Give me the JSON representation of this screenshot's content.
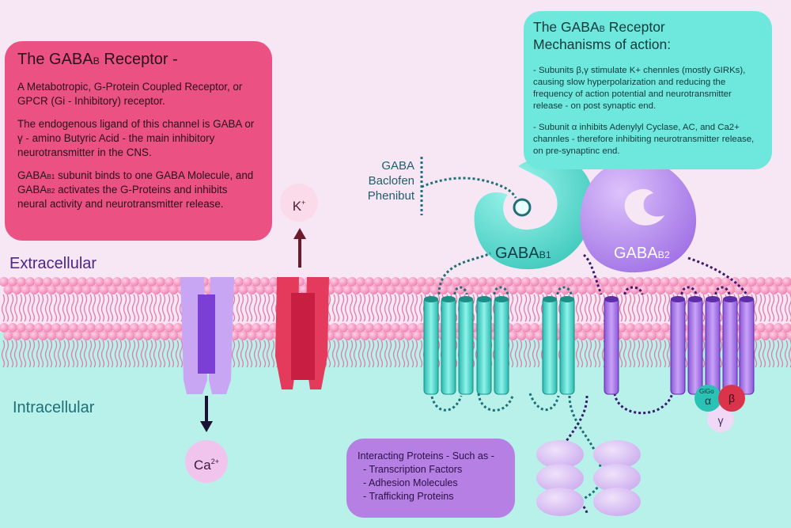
{
  "receptor_box": {
    "title": "The GABA",
    "title_sub": "B",
    "title_suffix": " Receptor -",
    "p1": "A Metabotropic, G-Protein Coupled Receptor, or GPCR (Gi - Inhibitory) receptor.",
    "p2": "The endogenous ligand of this channel is GABA or  γ - amino Butyric Acid - the main inhibitory neurotransmitter in the CNS.",
    "p3_a": "GABA",
    "p3_sub1": "B1",
    "p3_b": " subunit binds to one GABA Molecule, and GABA",
    "p3_sub2": "B2",
    "p3_c": " activates the G-Proteins and inhibits neural activity and neurotransmitter release."
  },
  "mechanism_box": {
    "title_a": "The GABA",
    "title_sub": "B",
    "title_b": " Receptor",
    "title_line2": "Mechanisms of action:",
    "p1": " - Subunits β,γ stimulate K+ chennles (mostly GIRKs), causing slow hyperpolarization and reducing the frequency of action potential and neurotransmitter release - on post synaptic end.",
    "p2": " - Subunit α inhibits Adenylyl Cyclase, AC, and Ca2+ channles - therefore inhibiting neurotransmitter release, on pre-synaptinc end."
  },
  "interacting_box": {
    "title": "Interacting Proteins - Such as -",
    "items": [
      "  - Transcription Factors",
      "  - Adhesion Molecules",
      "  - Trafficking Proteins"
    ]
  },
  "labels": {
    "extracellular": "Extracellular",
    "intracellular": "Intracellular",
    "ligand1": "GABA",
    "ligand2": "Baclofen",
    "ligand3": "Phenibut",
    "gaba": "GABA",
    "b1": "B1",
    "b2": "B2",
    "k_ion": "K",
    "k_charge": "+",
    "ca_ion": "Ca",
    "ca_charge": "2+",
    "alpha": "α",
    "beta": "β",
    "gamma": "γ",
    "gigo": "GiGo"
  },
  "colors": {
    "background_top": "#f7e6f4",
    "background_bottom": "#b8f1ea",
    "receptor_box": "#ec5184",
    "mechanism_box": "#6ee7dc",
    "interacting_box": "#b57fe3",
    "gaba_b1": "#4fd8cb",
    "gaba_b2": "#b98af0",
    "membrane_head": "#f48ab8"
  }
}
